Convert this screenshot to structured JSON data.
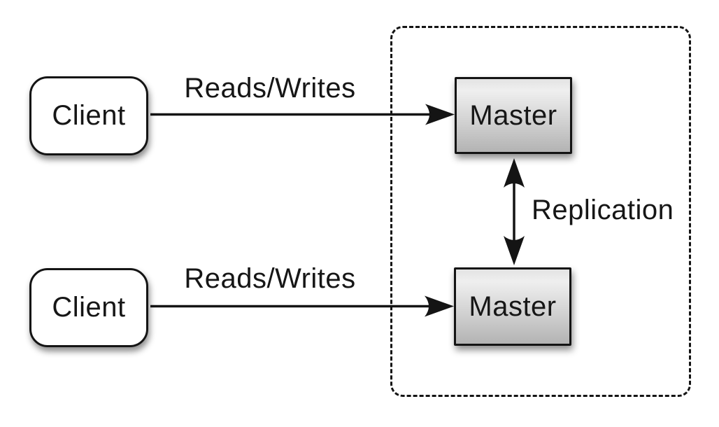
{
  "diagram": {
    "type": "architecture-diagram",
    "topic": "master-master replication",
    "background": "#ffffff",
    "clients": [
      {
        "label": "Client"
      },
      {
        "label": "Client"
      }
    ],
    "masters": [
      {
        "label": "Master"
      },
      {
        "label": "Master"
      }
    ],
    "edges": [
      {
        "id": "reads-writes-top",
        "label": "Reads/Writes",
        "from": "client-top",
        "to": "master-top",
        "direction": "one-way-right"
      },
      {
        "id": "reads-writes-bottom",
        "label": "Reads/Writes",
        "from": "client-bottom",
        "to": "master-bottom",
        "direction": "one-way-right"
      },
      {
        "id": "replication",
        "label": "Replication",
        "from": "master-top",
        "to": "master-bottom",
        "direction": "two-way"
      }
    ],
    "group": {
      "style": "dashed-rounded-rectangle",
      "contains": [
        "master-top",
        "master-bottom"
      ]
    },
    "colors": {
      "stroke": "#141414",
      "text": "#161616",
      "client_fill": "#ffffff",
      "master_gradient_top": "#efefef",
      "master_gradient_bottom": "#b3b3b3"
    }
  }
}
